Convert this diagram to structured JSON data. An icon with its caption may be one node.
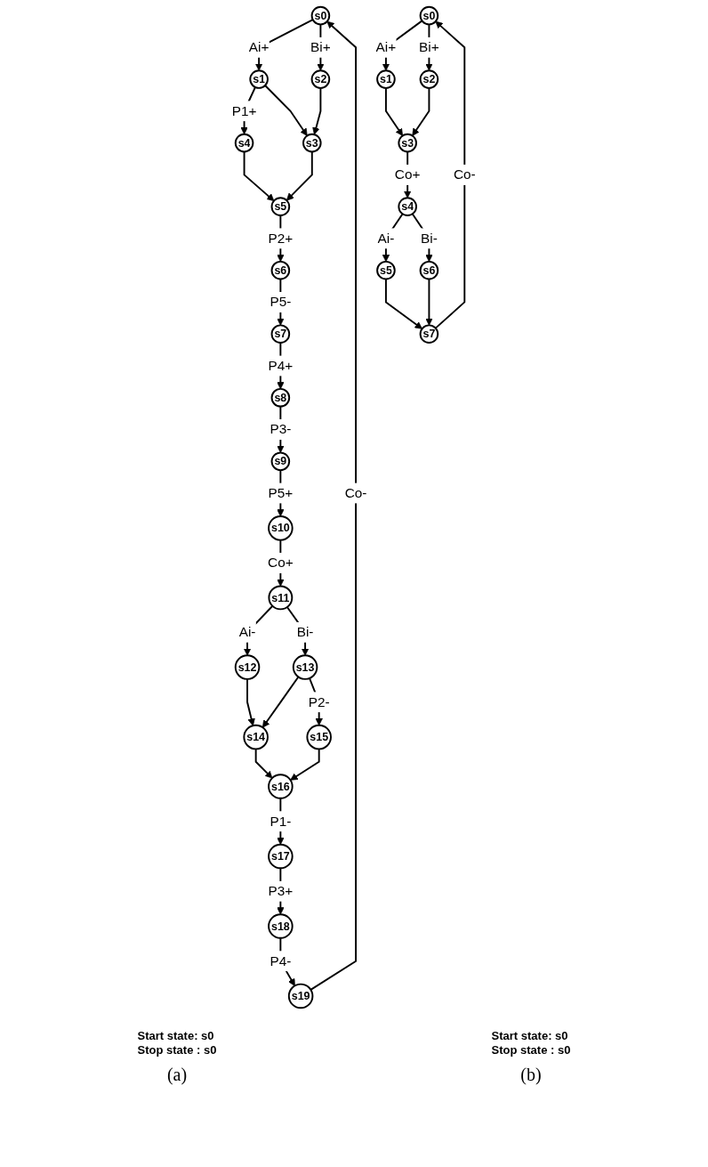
{
  "diagram": {
    "nodes": [
      {
        "text": [
          "s0"
        ]
      },
      {
        "text": [
          "s1"
        ]
      },
      {
        "text": [
          "s2"
        ]
      },
      {
        "text": [
          "s3"
        ]
      },
      {
        "text": [
          "s4"
        ]
      },
      {
        "text": [
          "s5"
        ]
      },
      {
        "text": [
          "s6"
        ]
      },
      {
        "text": [
          "s7"
        ]
      },
      {
        "text": [
          "s8"
        ]
      },
      {
        "text": [
          "s9"
        ]
      },
      {
        "text": [
          "s10"
        ]
      },
      {
        "text": [
          "s11"
        ]
      },
      {
        "text": [
          "s12"
        ]
      },
      {
        "text": [
          "s13"
        ]
      },
      {
        "text": [
          "s14"
        ]
      },
      {
        "text": [
          "s15"
        ]
      },
      {
        "text": [
          "s16"
        ]
      },
      {
        "text": [
          "s17"
        ]
      },
      {
        "text": [
          "s18"
        ]
      },
      {
        "text": [
          "s19"
        ]
      },
      {
        "text": [
          "s0"
        ]
      },
      {
        "text": [
          "s1"
        ]
      },
      {
        "text": [
          "s2"
        ]
      },
      {
        "text": [
          "s3"
        ]
      },
      {
        "text": [
          "s4"
        ]
      },
      {
        "text": [
          "s5"
        ]
      },
      {
        "text": [
          "s6"
        ]
      },
      {
        "text": [
          "s7"
        ]
      }
    ],
    "edges": [
      {
        "from": 0,
        "to": 1,
        "arrow": "to",
        "label": "Ai+"
      },
      {
        "from": 0,
        "to": 2,
        "arrow": "to",
        "label": "Bi+"
      },
      {
        "from": 1,
        "to": 4,
        "arrow": "to",
        "label": "P1+"
      },
      {
        "from": 1,
        "to": 3,
        "arrow": "to"
      },
      {
        "from": 2,
        "to": 3,
        "arrow": "to"
      },
      {
        "from": 4,
        "to": 5,
        "arrow": "to"
      },
      {
        "from": 3,
        "to": 5,
        "arrow": "to"
      },
      {
        "from": 5,
        "to": 6,
        "arrow": "to",
        "label": "P2+"
      },
      {
        "from": 6,
        "to": 7,
        "arrow": "to",
        "label": "P5-"
      },
      {
        "from": 7,
        "to": 8,
        "arrow": "to",
        "label": "P4+"
      },
      {
        "from": 8,
        "to": 9,
        "arrow": "to",
        "label": "P3-"
      },
      {
        "from": 9,
        "to": 10,
        "arrow": "to",
        "label": "P5+"
      },
      {
        "from": 10,
        "to": 11,
        "arrow": "to",
        "label": "Co+"
      },
      {
        "from": 11,
        "to": 12,
        "arrow": "to",
        "label": "Ai-"
      },
      {
        "from": 11,
        "to": 13,
        "arrow": "to",
        "label": "Bi-"
      },
      {
        "from": 12,
        "to": 14,
        "arrow": "to"
      },
      {
        "from": 13,
        "to": 14,
        "arrow": "to"
      },
      {
        "from": 13,
        "to": 15,
        "arrow": "to",
        "label": "P2-"
      },
      {
        "from": 14,
        "to": 16,
        "arrow": "to"
      },
      {
        "from": 15,
        "to": 16,
        "arrow": "to"
      },
      {
        "from": 16,
        "to": 17,
        "arrow": "to",
        "label": "P1-"
      },
      {
        "from": 17,
        "to": 18,
        "arrow": "to",
        "label": "P3+"
      },
      {
        "from": 18,
        "to": 19,
        "arrow": "to",
        "label": "P4-"
      },
      {
        "from": 19,
        "to": 0,
        "arrow": "to",
        "label": "Co-"
      },
      {
        "from": 20,
        "to": 21,
        "arrow": "to",
        "label": "Ai+"
      },
      {
        "from": 20,
        "to": 22,
        "arrow": "to",
        "label": "Bi+"
      },
      {
        "from": 21,
        "to": 23,
        "arrow": "to"
      },
      {
        "from": 22,
        "to": 23,
        "arrow": "to"
      },
      {
        "from": 23,
        "to": 24,
        "arrow": "to",
        "label": "Co+"
      },
      {
        "from": 24,
        "to": 25,
        "arrow": "to",
        "label": "Ai-"
      },
      {
        "from": 24,
        "to": 26,
        "arrow": "to",
        "label": "Bi-"
      },
      {
        "from": 25,
        "to": 27,
        "arrow": "to"
      },
      {
        "from": 26,
        "to": 27,
        "arrow": "to"
      },
      {
        "from": 27,
        "to": 20,
        "arrow": "to",
        "label": "Co-"
      }
    ],
    "labels": [
      "Start state: s0",
      "Stop state : s0",
      "Start state: s0",
      "Stop state : s0",
      "(a)",
      "(b)"
    ]
  }
}
